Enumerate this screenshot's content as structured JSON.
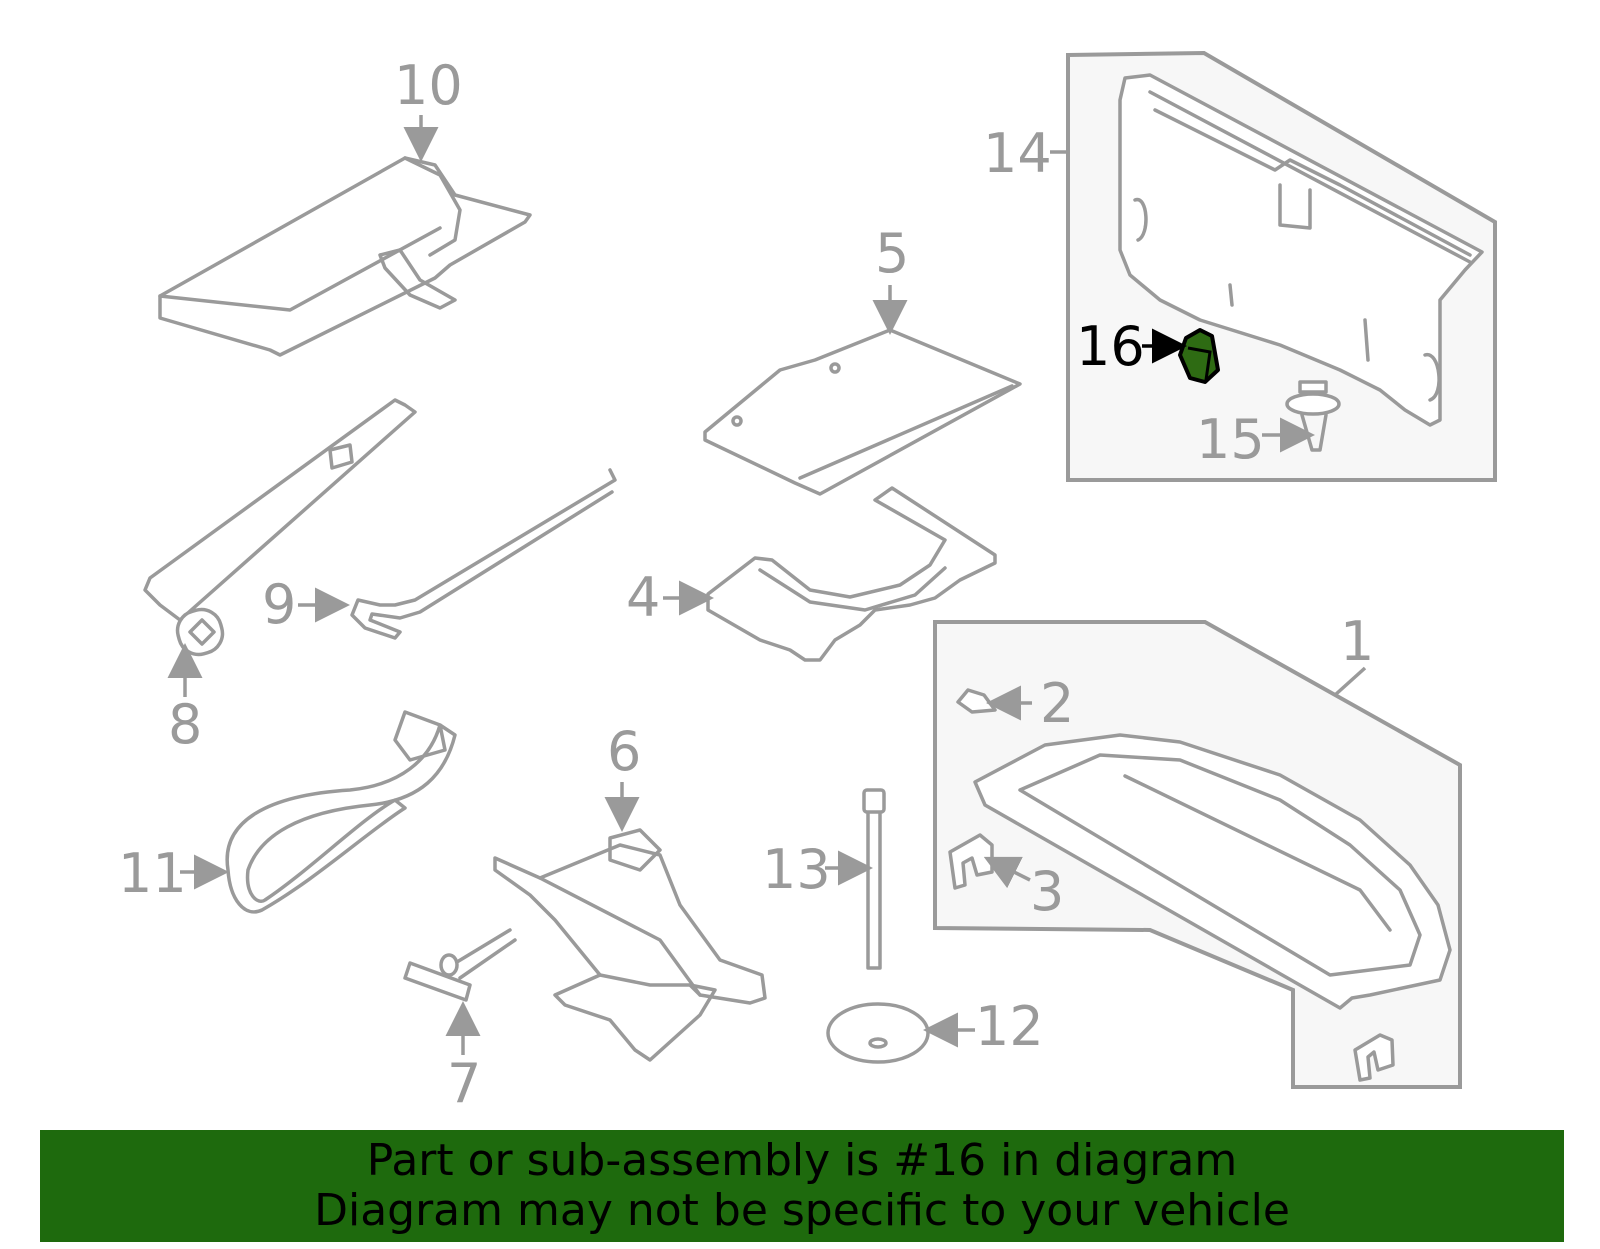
{
  "callouts": {
    "c1": "1",
    "c2": "2",
    "c3": "3",
    "c4": "4",
    "c5": "5",
    "c6": "6",
    "c7": "7",
    "c8": "8",
    "c9": "9",
    "c10": "10",
    "c11": "11",
    "c12": "12",
    "c13": "13",
    "c14": "14",
    "c15": "15",
    "c16": "16"
  },
  "highlighted_part": "16",
  "colors": {
    "line": "#9a9a9a",
    "highlight_fill": "#2e6b13",
    "banner_bg": "#1e6a0d",
    "banner_text": "#000000"
  },
  "banner": {
    "line1": "Part or sub-assembly is #16 in diagram",
    "line2": "Diagram may not be specific to your vehicle"
  }
}
